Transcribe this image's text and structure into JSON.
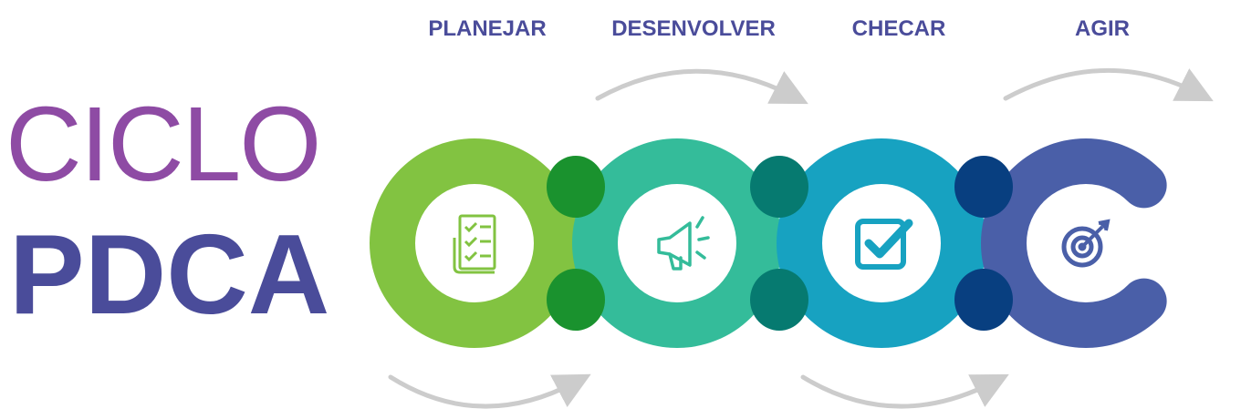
{
  "title": {
    "line1": "CICLO",
    "line2": "PDCA",
    "line1_color": "#8e4ba4",
    "line2_color": "#4a4c9a"
  },
  "steps": [
    {
      "label": "PLANEJAR",
      "color": "#82c341",
      "icon": "checklist-icon"
    },
    {
      "label": "DESENVOLVER",
      "color": "#34bc9a",
      "icon": "megaphone-icon"
    },
    {
      "label": "CHECAR",
      "color": "#17a2c1",
      "icon": "checkbox-icon"
    },
    {
      "label": "AGIR",
      "color": "#4a5fa8",
      "icon": "target-icon"
    }
  ],
  "overlap_colors": [
    "#1a922e",
    "#067a70",
    "#083f80"
  ],
  "arrow_color": "#cccccc",
  "label_color": "#4a4c9a"
}
